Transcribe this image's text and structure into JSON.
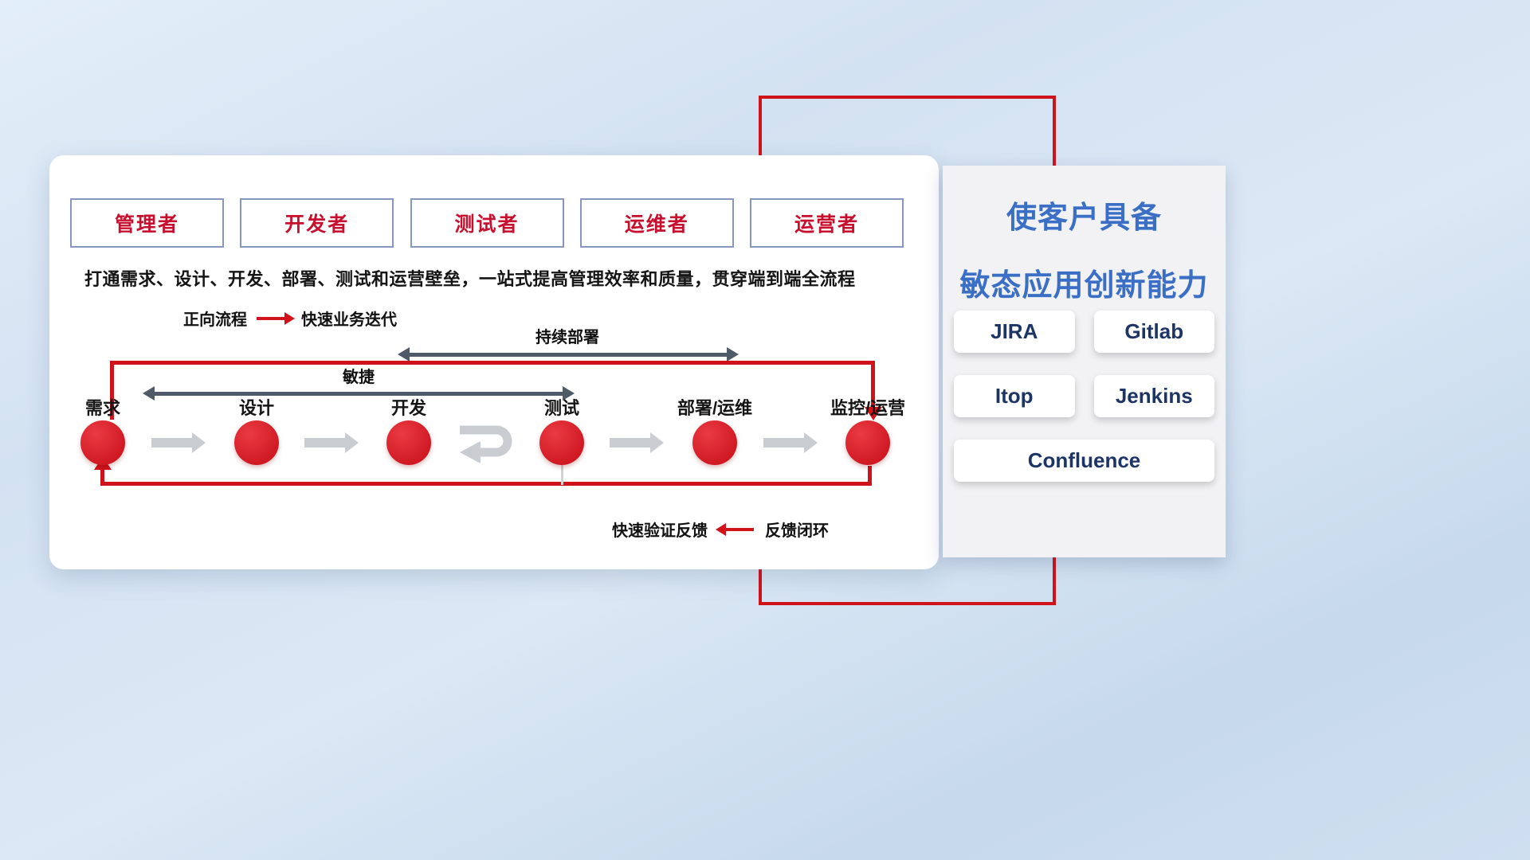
{
  "colors": {
    "accent_red": "#d0121b",
    "slate_arrow": "#4e5a68",
    "gray_arrow": "#c9cdd2",
    "role_text_red": "#c8102e",
    "role_border_blue": "#8696bd",
    "panel_title_blue": "#3a6fc5",
    "tool_text_navy": "#1d3466"
  },
  "roles": [
    "管理者",
    "开发者",
    "测试者",
    "运维者",
    "运营者"
  ],
  "description": "打通需求、设计、开发、部署、测试和运营壁垒，一站式提高管理效率和质量，贯穿端到端全流程",
  "legend_forward": {
    "label": "正向流程",
    "value": "快速业务迭代"
  },
  "flow": {
    "cd_label": "持续部署",
    "agile_label": "敏捷",
    "stages": [
      "需求",
      "设计",
      "开发",
      "测试",
      "部署/运维",
      "监控/运营"
    ]
  },
  "legend_feedback": {
    "label": "快速验证反馈",
    "value": "反馈闭环"
  },
  "panel": {
    "title_line1": "使客户具备",
    "title_line2": "敏态应用创新能力",
    "tools": [
      "JIRA",
      "Gitlab",
      "Itop",
      "Jenkins",
      "Confluence"
    ]
  }
}
